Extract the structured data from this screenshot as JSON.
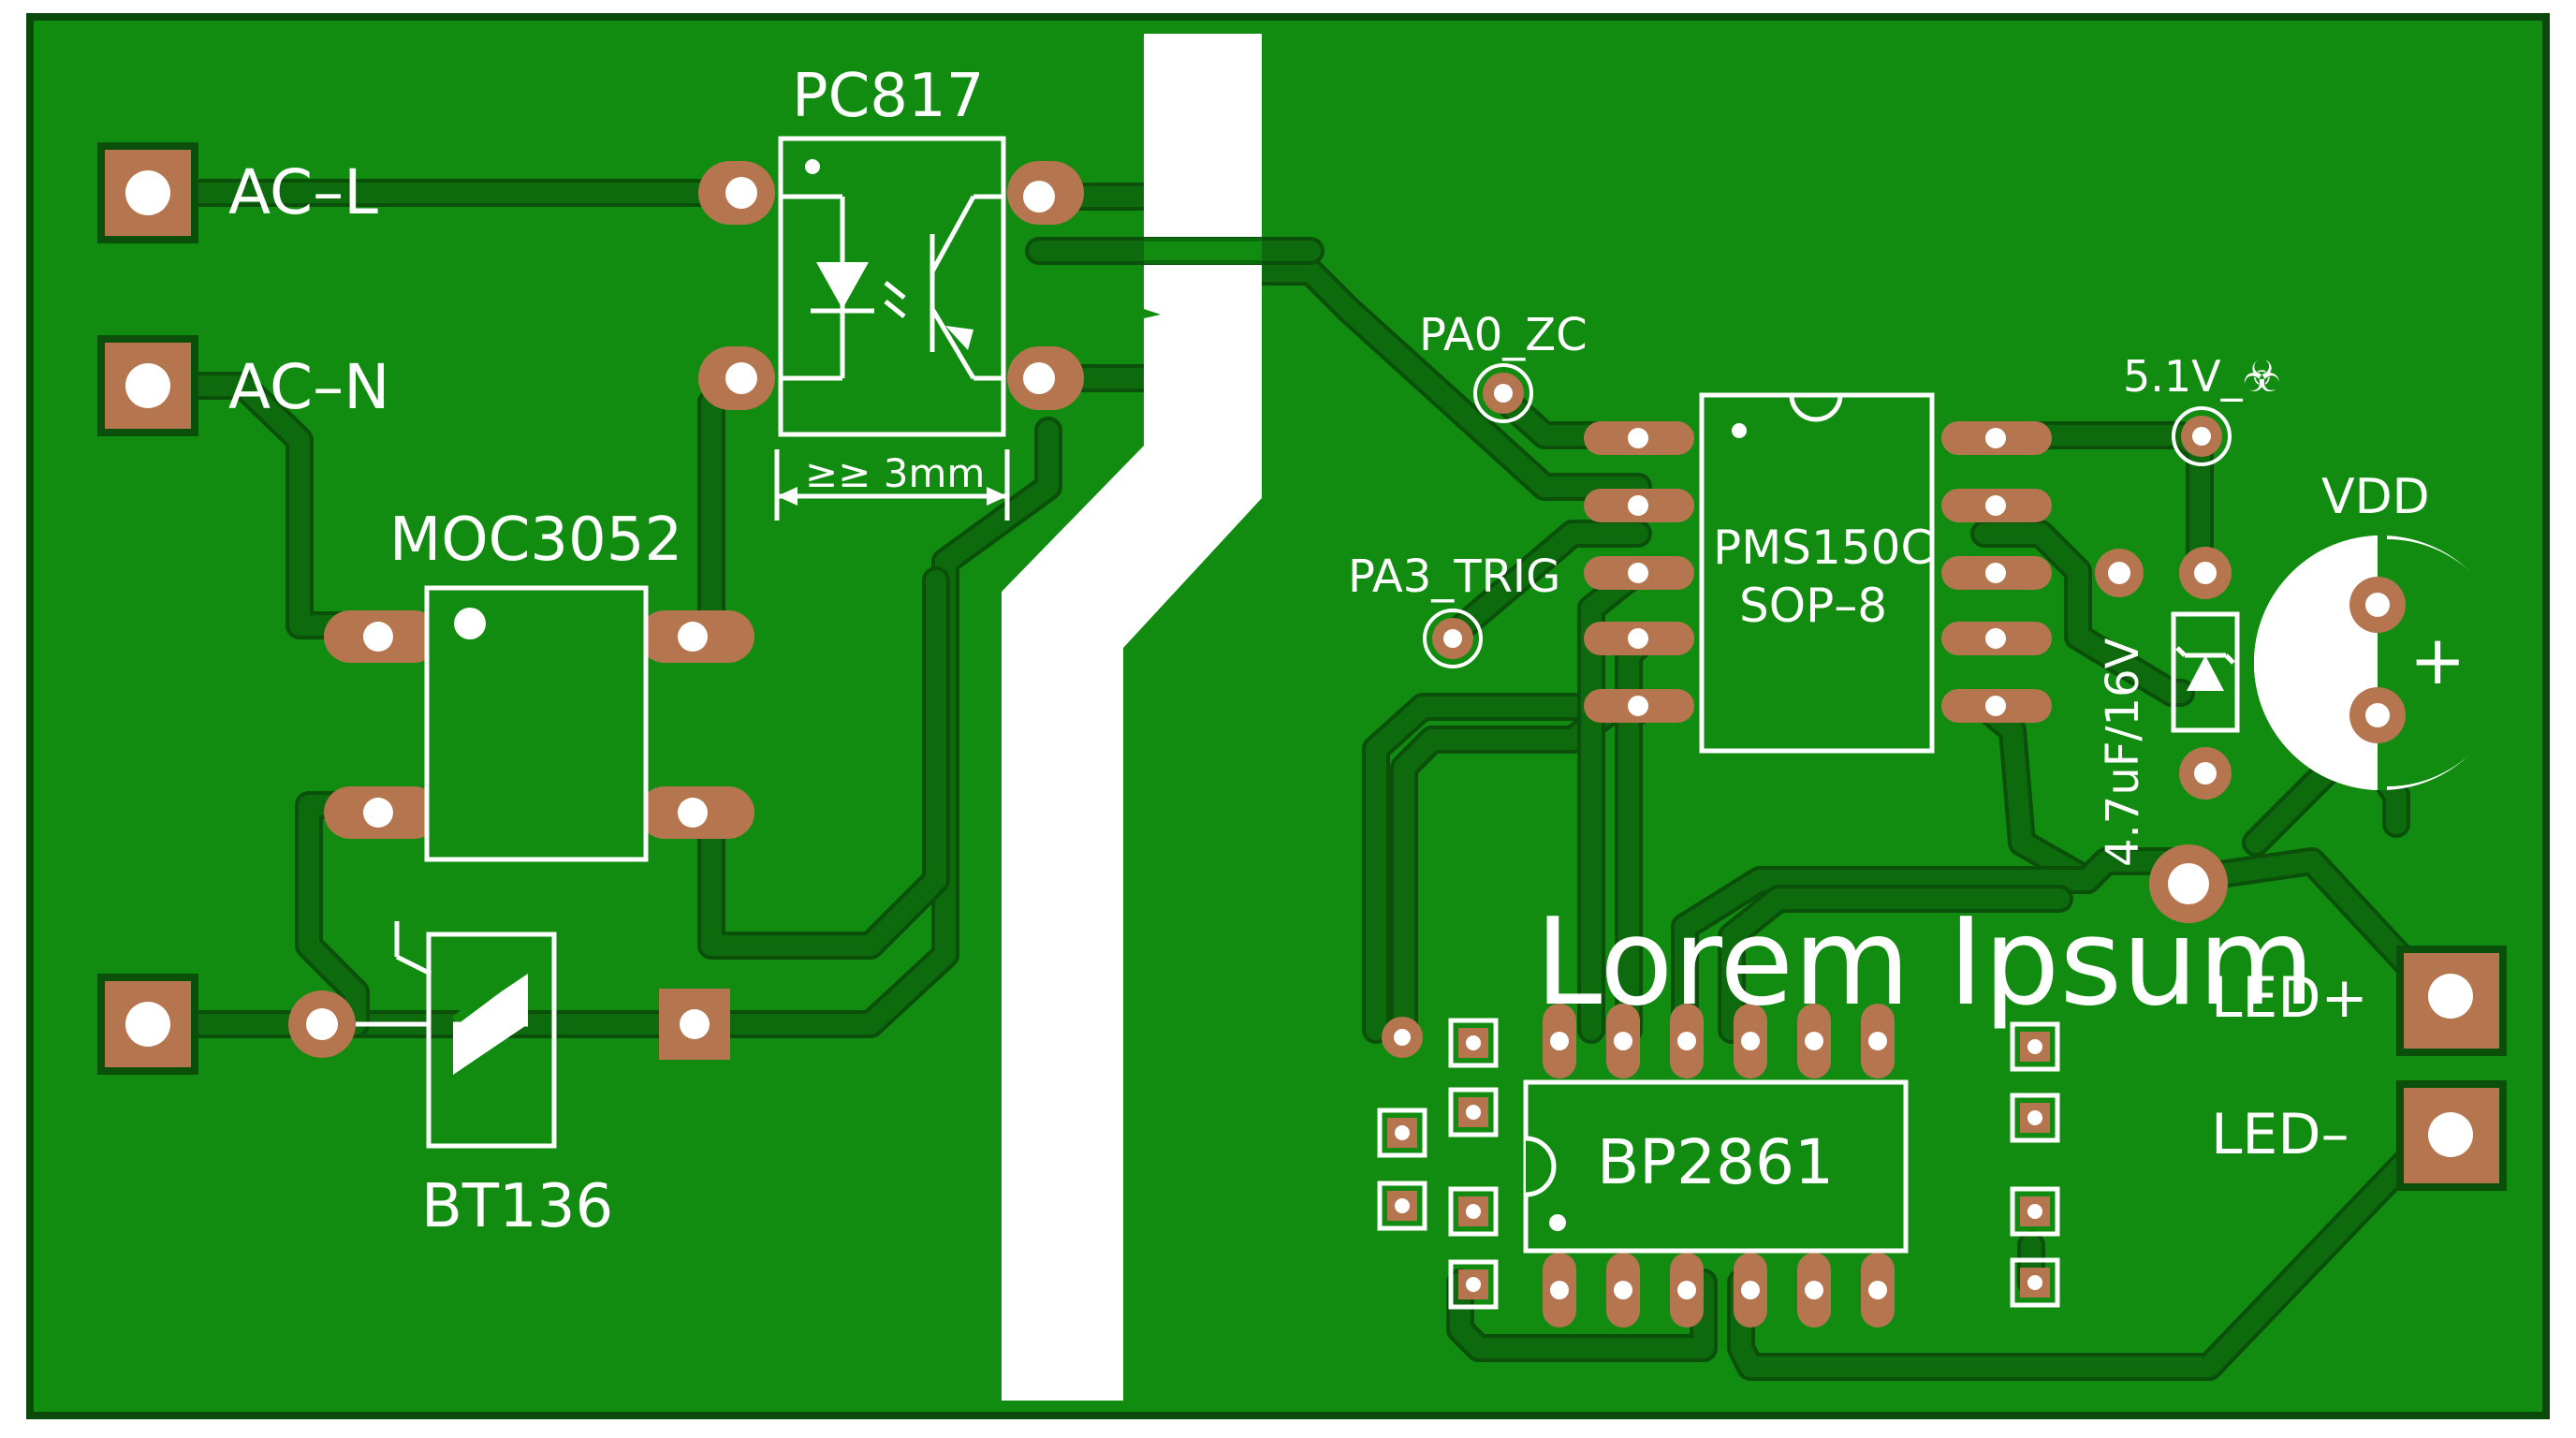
{
  "board": {
    "colors": {
      "solder_mask": "#118c11",
      "copper_pad": "#b5754e",
      "silkscreen": "#ffffff",
      "isolation_slot": "#ffffff"
    }
  },
  "labels": {
    "ac_l": "AC–L",
    "ac_n": "AC–N",
    "pc817": "PC817",
    "clearance": "≥≥ 3mm",
    "moc3052": "MOC3052",
    "bt136": "BT136",
    "pa0_zc": "PA0_ZC",
    "pa3_trig": "PA3_TRIG",
    "pms150c": "PMS150C",
    "sop8": "SOP–8",
    "zener": "5.1V_☣",
    "vdd": "VDD",
    "cap": "4.7uF/16V",
    "cap_plus": "+",
    "led_plus": "LED+",
    "led_minus": "LED–",
    "bp2861": "BP2861",
    "overlay_text": "Lorem Ipsum"
  }
}
